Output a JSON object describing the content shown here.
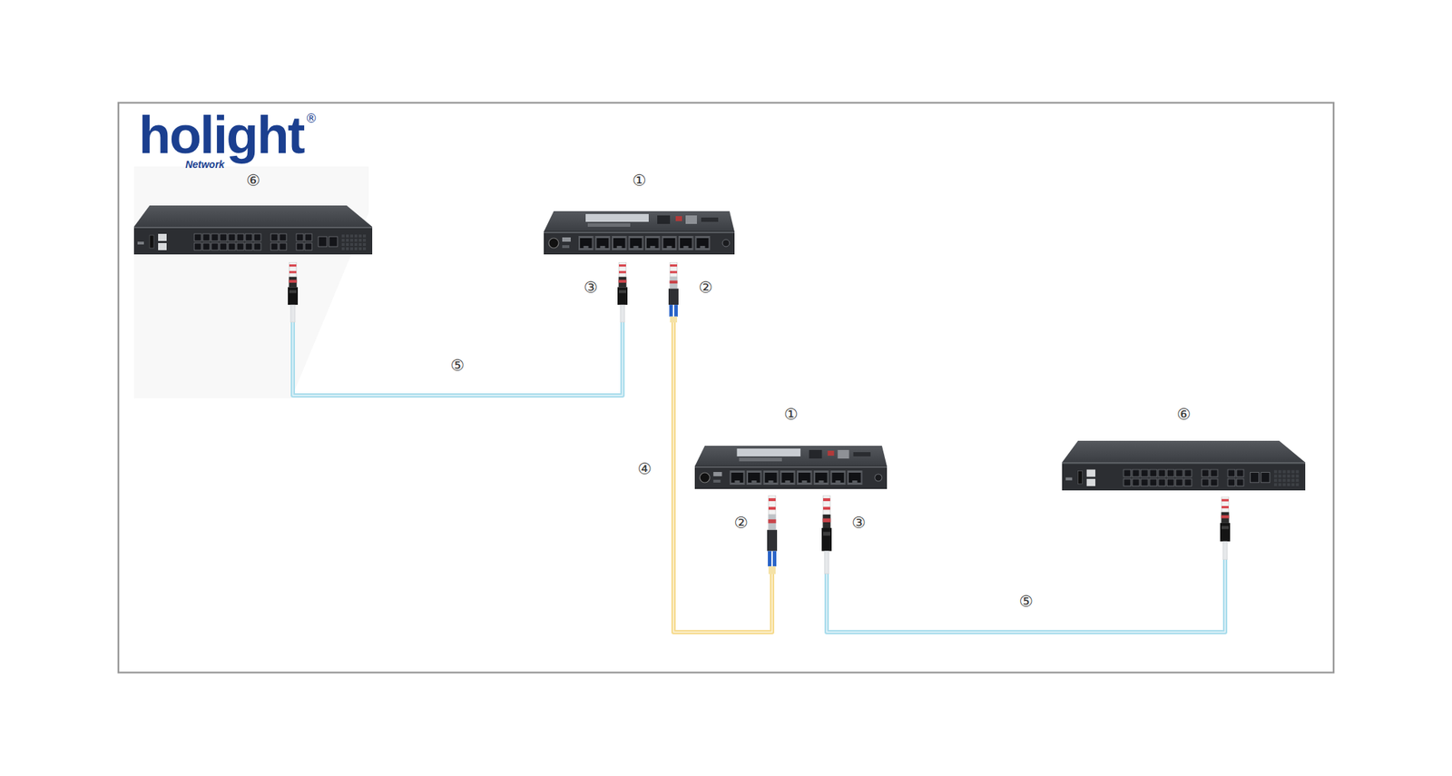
{
  "diagram": {
    "nodes": [
      {
        "text": [
          "⑥"
        ]
      },
      {
        "text": [
          "①"
        ]
      },
      {
        "text": [
          "①"
        ]
      },
      {
        "text": [
          "⑥"
        ]
      }
    ],
    "edges": [
      {
        "from": 0,
        "to": 1,
        "arrow": "none",
        "label": "⑤"
      },
      {
        "from": 1,
        "to": 2,
        "arrow": "none",
        "label": "④"
      },
      {
        "from": 2,
        "to": 3,
        "arrow": "none",
        "label": "⑤"
      }
    ],
    "labels": [
      "holight",
      "®",
      "Network",
      "③",
      "②",
      "②",
      "③"
    ]
  }
}
